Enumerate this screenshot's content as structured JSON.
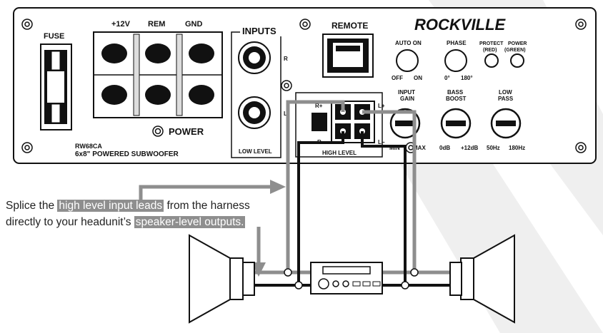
{
  "panel": {
    "brand": "ROCKVILLE",
    "fuse_label": "FUSE",
    "terminal_labels": [
      "+12V",
      "REM",
      "GND"
    ],
    "power_label": "POWER",
    "inputs_label": "INPUTS",
    "inputs_r": "R",
    "inputs_l": "L",
    "low_level_label": "LOW LEVEL",
    "remote_label": "REMOTE",
    "model": "RW68CA",
    "model_desc": "6x8\" POWERED SUBWOOFER",
    "high_level_label": "HIGH LEVEL",
    "high_level_pins": [
      "R+",
      "L+",
      "R−",
      "L−"
    ],
    "auto_on": {
      "label": "AUTO ON",
      "off": "OFF",
      "on": "ON"
    },
    "phase": {
      "label": "PHASE",
      "min": "0°",
      "max": "180°"
    },
    "protect": {
      "label": "PROTECT",
      "sub": "(RED)"
    },
    "power_led": {
      "label": "POWER",
      "sub": "(GREEN)"
    },
    "input_gain": {
      "label1": "INPUT",
      "label2": "GAIN",
      "min": "MIN",
      "max": "MAX"
    },
    "bass_boost": {
      "label1": "BASS",
      "label2": "BOOST",
      "min": "0dB",
      "max": "+12dB"
    },
    "low_pass": {
      "label1": "LOW",
      "label2": "PASS",
      "min": "50Hz",
      "max": "180Hz"
    }
  },
  "caption": {
    "p1": "Splice the ",
    "h1": "high level input leads",
    "p2": " from the harness",
    "p3": "directly to your headunit’s ",
    "h2": "speaker-level outputs."
  },
  "colors": {
    "wire_gray": "#8e8e8e",
    "wire_black": "#111111",
    "watermark": "#ececec"
  }
}
